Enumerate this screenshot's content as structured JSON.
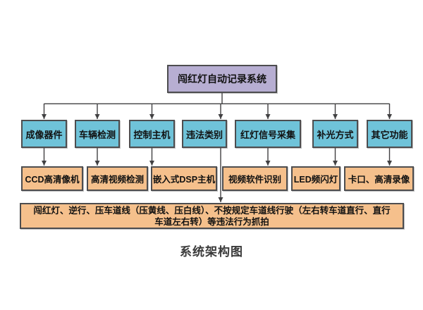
{
  "colors": {
    "background": "#ffffff",
    "root-fill": "#b7aed2",
    "level2-fill": "#6fc3d9",
    "level3-fill": "#f5c08c",
    "border": "#4d4d4f",
    "line": "#414042",
    "text": "#111111"
  },
  "diagram": {
    "root": {
      "label": "闯红灯自动记录系统"
    },
    "level2": [
      {
        "label": "成像器件"
      },
      {
        "label": "车辆检测"
      },
      {
        "label": "控制主机"
      },
      {
        "label": "违法类别"
      },
      {
        "label": "红灯信号采集"
      },
      {
        "label": "补光方式"
      },
      {
        "label": "其它功能"
      }
    ],
    "level3": [
      {
        "label": "CCD高清像机"
      },
      {
        "label": "高清视频检测"
      },
      {
        "label": "嵌入式DSP主机"
      },
      {
        "label": "视频软件识别"
      },
      {
        "label": "LED频闪灯"
      },
      {
        "label": "卡口、高清录像"
      }
    ],
    "violation_box": {
      "line1": "闯红灯、逆行、压车道线（压黄线、压白线）、不按规定车道线行驶（左右转车道直行、直行",
      "line2": "车道左右转）等违法行为抓拍"
    },
    "caption": "系统架构图"
  }
}
